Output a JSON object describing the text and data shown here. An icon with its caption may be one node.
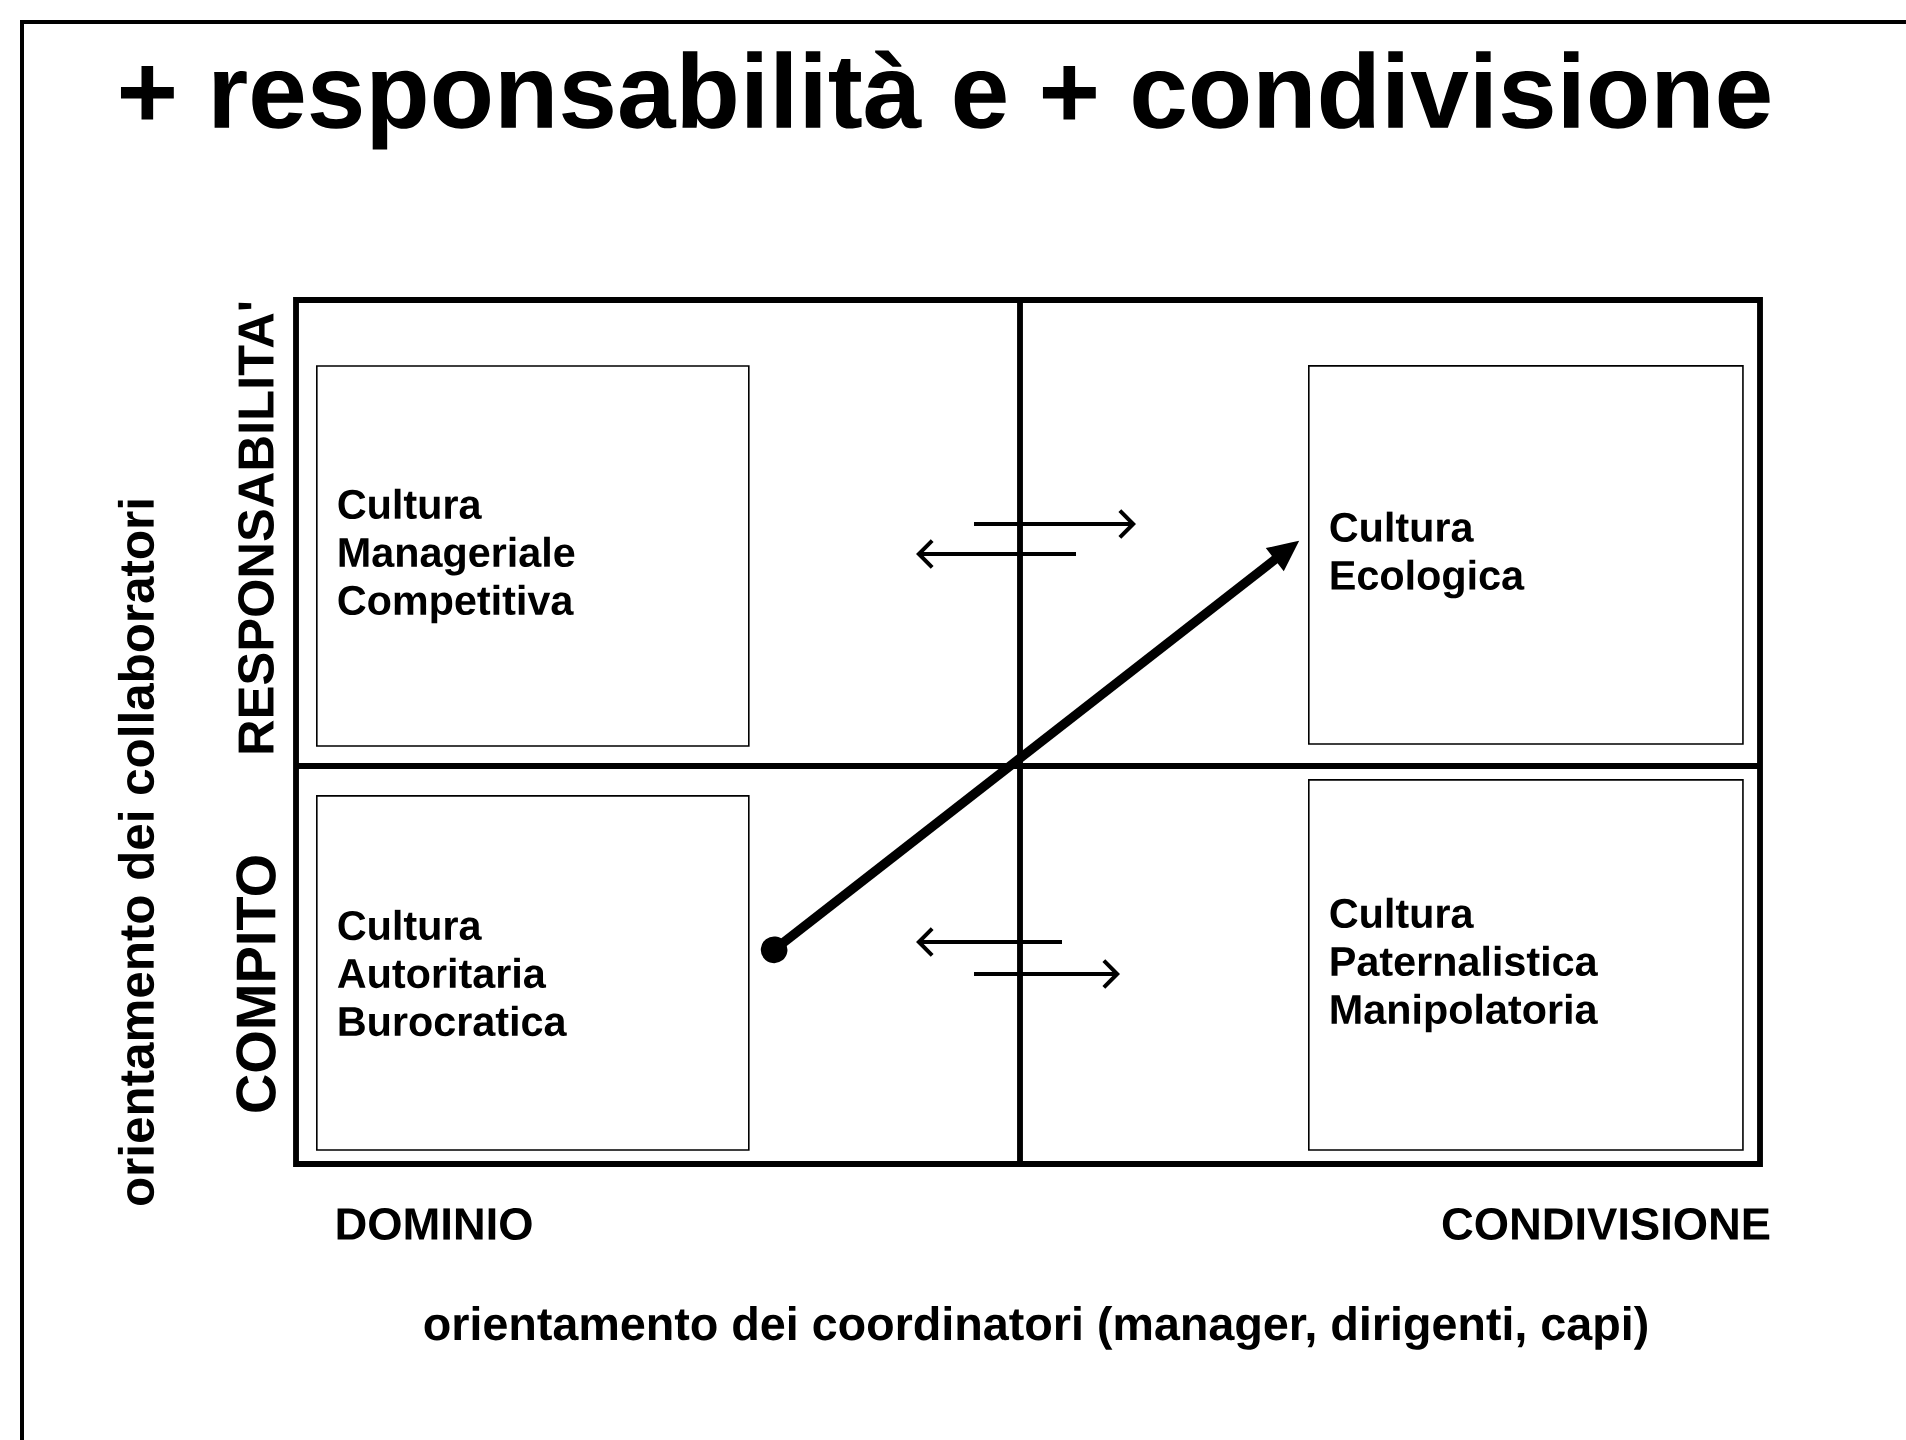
{
  "diagram": {
    "title": "+ responsabilità e + condivisione",
    "nodes": [
      {
        "text": [
          "Cultura Manageriale Competitiva"
        ]
      },
      {
        "text": [
          "Cultura Ecologica"
        ]
      },
      {
        "text": [
          "Cultura Autoritaria Burocratica"
        ]
      },
      {
        "text": [
          "Cultura Paternalistica Manipolatoria"
        ]
      }
    ],
    "edges": [
      {
        "from": 2,
        "to": 1,
        "arrow": "to"
      }
    ],
    "labels": [
      "RESPONSABILITA'",
      "COMPITO",
      "orientamento dei collaboratori",
      "DOMINIO",
      "CONDIVISIONE",
      "orientamento dei coordinatori (manager, dirigenti, capi)"
    ]
  }
}
